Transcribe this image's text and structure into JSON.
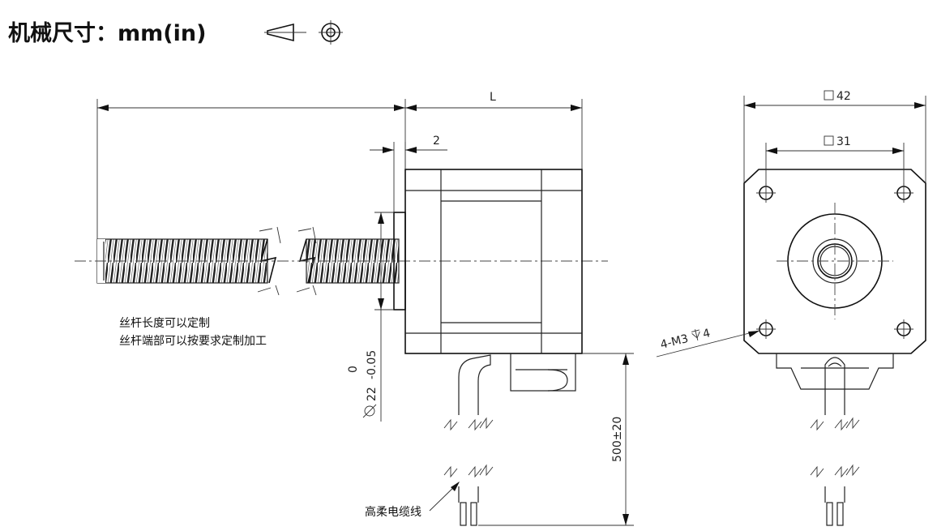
{
  "title": "机械尺寸：mm(in)",
  "icons": [
    "first-angle-projection-icon"
  ],
  "dimensions": {
    "length": "L",
    "flange_gap": "2",
    "square_outer": "42",
    "square_inner": "31",
    "cable_length": "500±20",
    "boss_tol_upper": "0",
    "boss_tol_lower": "-0.05",
    "boss_diameter": "22",
    "mount_holes": "4-M3",
    "mount_depth": "4"
  },
  "notes": {
    "line1": "丝杆长度可以定制",
    "line2": "丝杆端部可以按要求定制加工",
    "cable": "高柔电缆线"
  }
}
